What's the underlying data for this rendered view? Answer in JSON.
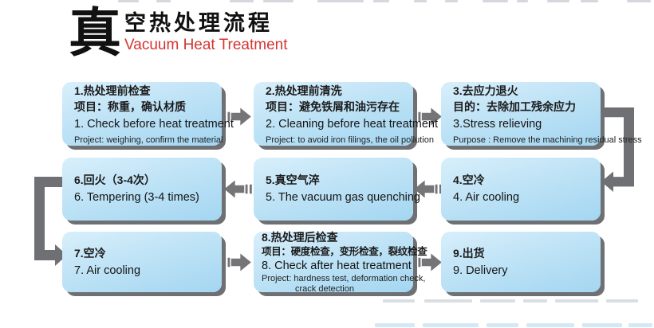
{
  "header": {
    "big_char": "真",
    "title_cn": "空热处理流程",
    "title_en": "Vacuum Heat Treatment"
  },
  "colors": {
    "title_red": "#d43431",
    "box_fill_top": "#d8effb",
    "box_fill_bottom": "#a4d6f1",
    "box_shadow": "#6e7073",
    "arrow_gray": "#757577",
    "text": "#1f1f1f"
  },
  "boxes": [
    {
      "cn1": "1.热处理前检查",
      "cn2": "项目：称重，确认材质",
      "en": "1. Check before heat treatment",
      "sub1": "Project: weighing, confirm the material"
    },
    {
      "cn1": "2.热处理前清洗",
      "cn2": "项目：避免铁屑和油污存在",
      "en": "2. Cleaning before heat treatment",
      "sub1": "Project: to avoid iron filings, the oil pollution"
    },
    {
      "cn1": "3.去应力退火",
      "cn2": "目的：去除加工残余应力",
      "en": "3.Stress relieving",
      "sub1": "Purpose : Remove the machining residual stress"
    },
    {
      "cn1": "4.空冷",
      "en": "4. Air cooling"
    },
    {
      "cn1": "5.真空气淬",
      "en": "5. The vacuum gas quenching"
    },
    {
      "cn1": "6.回火（3-4次）",
      "en": "6. Tempering (3-4 times)"
    },
    {
      "cn1": "7.空冷",
      "en": "7. Air cooling"
    },
    {
      "cn1": "8.热处理后检查",
      "cn2": "项目：硬度检查，变形检查，裂纹检查",
      "en": "8. Check after heat treatment",
      "sub1": "Project: hardness test, deformation check,",
      "sub2": "crack detection"
    },
    {
      "cn1": "9.出货",
      "en": "9. Delivery"
    }
  ]
}
